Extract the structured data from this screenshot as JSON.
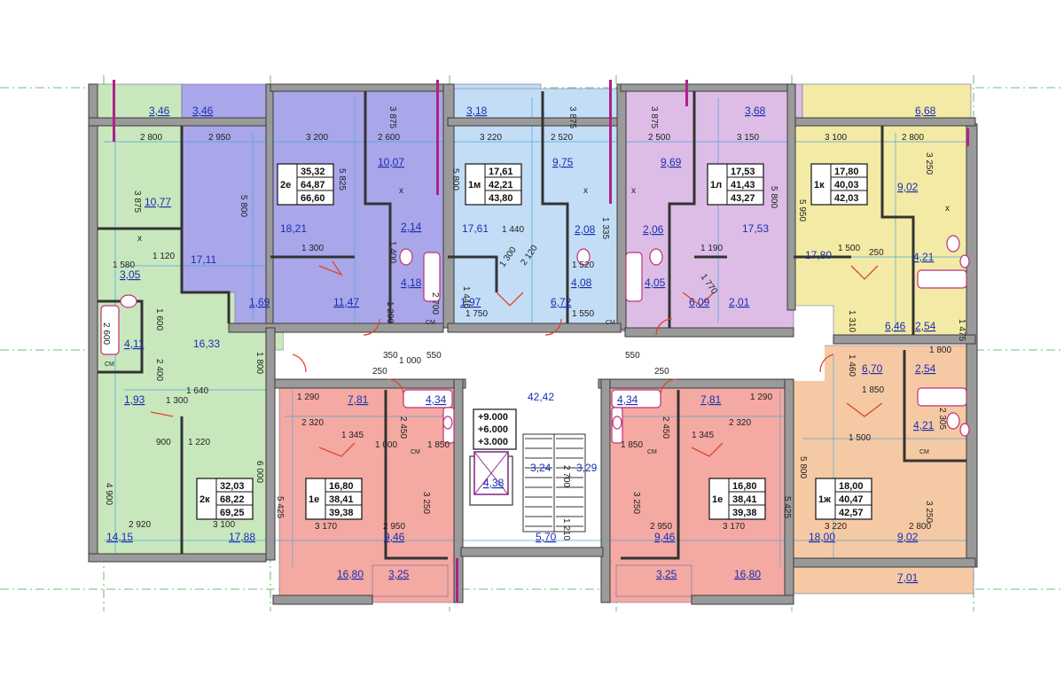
{
  "colors": {
    "green": "#c9e7bd",
    "lavender": "#a9a6ea",
    "lightblue": "#c3ddf6",
    "violet": "#ddbde6",
    "yellow": "#f3eaa6",
    "pink": "#f5a9a3",
    "orange": "#f6c9a5",
    "corridor": "#ffffff",
    "wall": "#9a9a9a",
    "label": "#1a2fb0"
  },
  "apartments": [
    {
      "type": "2е",
      "living": "35,32",
      "total": "64,87",
      "full": "66,60"
    },
    {
      "type": "1м",
      "living": "17,61",
      "total": "42,21",
      "full": "43,80"
    },
    {
      "type": "1л",
      "living": "17,53",
      "total": "41,43",
      "full": "43,27"
    },
    {
      "type": "1к",
      "living": "17,80",
      "total": "40,03",
      "full": "42,03"
    },
    {
      "type": "2к",
      "living": "32,03",
      "total": "68,22",
      "full": "69,25"
    },
    {
      "type": "1е",
      "living": "16,80",
      "total": "38,41",
      "full": "39,38"
    },
    {
      "type": "1е",
      "living": "16,80",
      "total": "38,41",
      "full": "39,38"
    },
    {
      "type": "1ж",
      "living": "18,00",
      "total": "40,47",
      "full": "42,57"
    }
  ],
  "levels": [
    "+9.000",
    "+6.000",
    "+3.000"
  ],
  "room_areas": {
    "bal_tl": "3,46",
    "bal_tl2": "3,46",
    "bal_tm": "3,18",
    "bal_tr": "3,68",
    "bal_far_r": "6,68",
    "r_10_77": "10,77",
    "r_17_11": "17,11",
    "r_3_05": "3,05",
    "r_4_11": "4,11",
    "r_16_33": "16,33",
    "r_1_93": "1,93",
    "r_14_15": "14,15",
    "r_17_88": "17,88",
    "r_18_21": "18,21",
    "r_10_07": "10,07",
    "r_2_14": "2,14",
    "r_4_18": "4,18",
    "r_1_69": "1,69",
    "r_11_47": "11,47",
    "r_17_61": "17,61",
    "r_9_75": "9,75",
    "r_2_08": "2,08",
    "r_4_08": "4,08",
    "r_1_97": "1,97",
    "r_6_72": "6,72",
    "r_9_69": "9,69",
    "r_2_06": "2,06",
    "r_4_05": "4,05",
    "r_6_09": "6,09",
    "r_2_01": "2,01",
    "r_17_53": "17,53",
    "r_17_80": "17,80",
    "r_9_02": "9,02",
    "r_4_21": "4,21",
    "r_6_46": "6,46",
    "r_2_54": "2,54",
    "r_42_42": "42,42",
    "r_4_38": "4,38",
    "r_3_24": "3,24",
    "r_3_29": "3,29",
    "r_5_70": "5,70",
    "r_7_81_l": "7,81",
    "r_4_34_l": "4,34",
    "r_9_46_l": "9,46",
    "r_16_80_l": "16,80",
    "r_3_25_l": "3,25",
    "r_4_34_r": "4,34",
    "r_7_81_r": "7,81",
    "r_9_46_r": "9,46",
    "r_16_80_r": "16,80",
    "r_3_25_r": "3,25",
    "r_6_70": "6,70",
    "r_2_54b": "2,54",
    "r_4_21b": "4,21",
    "r_18_00": "18,00",
    "r_9_02b": "9,02",
    "r_7_01": "7,01"
  },
  "dimensions": {
    "d2800": "2 800",
    "d2950": "2 950",
    "d3200": "3 200",
    "d2600": "2 600",
    "d3220": "3 220",
    "d2520": "2 520",
    "d2500": "2 500",
    "d3150": "3 150",
    "d3100": "3 100",
    "d2800b": "2 800",
    "d3875a": "3 875",
    "d3875b": "3 875",
    "d3875c": "3 875",
    "d3875d": "3 875",
    "d5825": "5 825",
    "d5800a": "5 800",
    "d5800b": "5 800",
    "d5800c": "5 800",
    "d5950": "5 950",
    "d3250a": "3 250",
    "d1300": "1 300",
    "d1440": "1 440",
    "d1190": "1 190",
    "d1500": "1 500",
    "d1580": "1 580",
    "d1120": "1 120",
    "d1600": "1 600",
    "d2600b": "2 600",
    "d2400": "2 400",
    "d1800": "1 800",
    "d1640": "1 640",
    "d1300b": "1 300",
    "d900": "900",
    "d2920": "2 920",
    "d3100b": "3 100",
    "d1220": "1 220",
    "d4900": "4 900",
    "d6000": "6 000",
    "d1290": "1 290",
    "d2320": "2 320",
    "d1345": "1 345",
    "d2450": "2 450",
    "d1850": "1 850",
    "d1000": "1 000",
    "d350": "350",
    "d1000b": "1 000",
    "d550": "550",
    "d250": "250",
    "d5425": "5 425",
    "d3170": "3 170",
    "d2950b": "2 950",
    "d3250b": "3 250",
    "d1210": "1 210",
    "d2700": "2 700",
    "d1290r": "1 290",
    "d2320r": "2 320",
    "d1345r": "1 345",
    "d2450r": "2 450",
    "d1850r": "1 850",
    "d550r": "550",
    "d250r": "250",
    "d5425r": "5 425",
    "d3170r": "3 170",
    "d2950r": "2 950",
    "d3250r": "3 250",
    "d5800r": "5 800",
    "d3220r": "3 220",
    "d2800r": "2 800",
    "d3250rr": "3 250",
    "d1500r": "1 500",
    "d1850rr": "1 850",
    "d1460": "1 460",
    "d1310": "1 310",
    "d1800r": "1 800",
    "d1475": "1 475",
    "d2305": "2 305",
    "d1440b": "1 440",
    "d1550": "1 550",
    "d1750": "1 750",
    "d1200": "1 200",
    "d2700b": "2 700",
    "d1520": "1 520",
    "d1335": "1 335",
    "d1400": "1 400",
    "d2120": "2 120",
    "d1300c": "1 300",
    "d1770": "1 770",
    "d250b": "250"
  },
  "markers": {
    "x": "x",
    "cm": "CM"
  }
}
